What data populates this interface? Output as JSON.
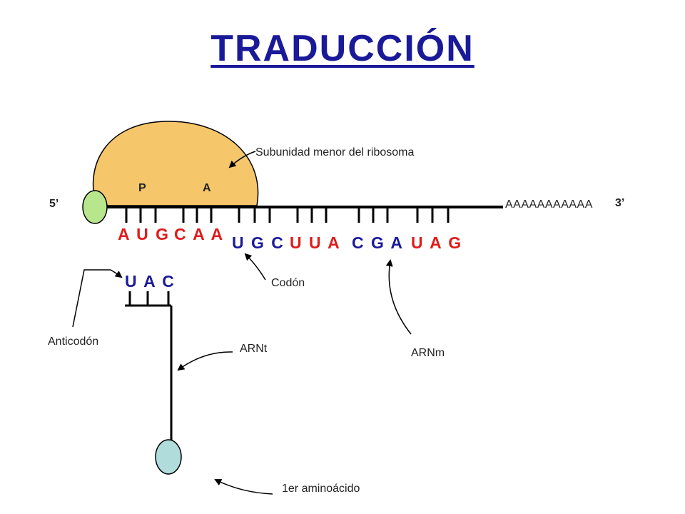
{
  "title": "TRADUCCIÓN",
  "labels": {
    "five_prime": "5’",
    "three_prime": "3’",
    "poly_a": "AAAAAAAAAAA",
    "p_site": "P",
    "a_site": "A",
    "ribosome": "Subunidad menor del ribosoma",
    "codon": "Codón",
    "anticodon": "Anticodón",
    "trna": "ARNt",
    "mrna": "ARNm",
    "amino_acid": "1er aminoácido"
  },
  "codons": [
    "A U G",
    "C A A",
    "U G C",
    "U U A",
    "C G A",
    "U A G"
  ],
  "anticodon_seq": "U A C",
  "colors": {
    "title": "#1a1a99",
    "ribosome_fill": "#f5c66a",
    "cap_fill": "#b8e68c",
    "amino_acid_fill": "#b0dcdc",
    "codon_red": "#e01b1b",
    "codon_blue": "#1a1a99",
    "line": "#000000"
  }
}
